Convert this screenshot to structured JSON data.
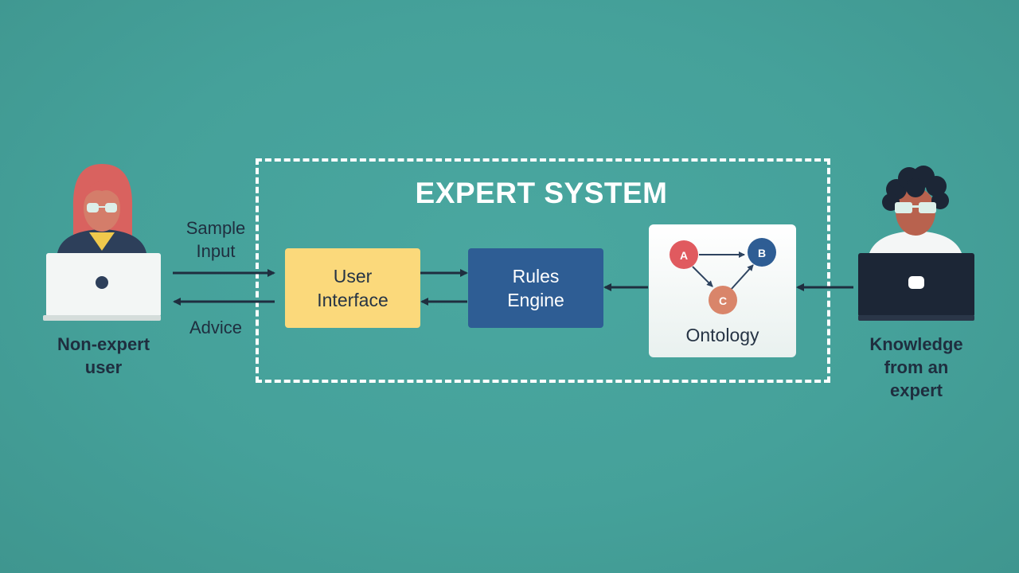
{
  "diagram": {
    "title": "EXPERT SYSTEM",
    "components": {
      "user_interface": [
        "User",
        "Interface"
      ],
      "rules_engine": [
        "Rules",
        "Engine"
      ],
      "ontology": "Ontology"
    },
    "ontology_nodes": [
      "A",
      "B",
      "C"
    ],
    "flows": {
      "input": [
        "Sample",
        "Input"
      ],
      "output": "Advice"
    },
    "actors": {
      "left": [
        "Non-expert",
        "user"
      ],
      "right": [
        "Knowledge",
        "from an",
        "expert"
      ]
    },
    "colors": {
      "background": "#45a19a",
      "user_interface": "#fbd97b",
      "rules_engine": "#2e5d94",
      "node_a": "#e05a5f",
      "node_b": "#2e5d94",
      "node_c": "#d9856a",
      "arrow": "#1f2e3f"
    }
  }
}
